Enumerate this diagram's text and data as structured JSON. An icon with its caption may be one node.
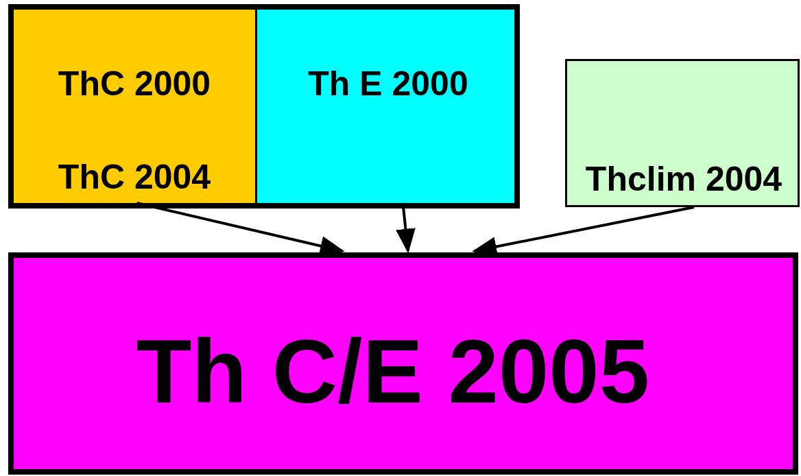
{
  "diagram": {
    "nodes": [
      {
        "text": [],
        "shape": "box"
      },
      {
        "text": [
          "ThC 2000",
          "ThC 2004"
        ],
        "in": 0
      },
      {
        "text": [
          "Th E 2000"
        ],
        "in": 0
      },
      {
        "text": [
          "Thclim 2004"
        ]
      },
      {
        "text": [
          "Th C/E 2005"
        ]
      }
    ],
    "edges": [
      {
        "from": 1,
        "to": 4,
        "arrow": "to"
      },
      {
        "from": 2,
        "to": 4,
        "arrow": "to"
      },
      {
        "from": 3,
        "to": 4,
        "arrow": "to"
      }
    ]
  }
}
